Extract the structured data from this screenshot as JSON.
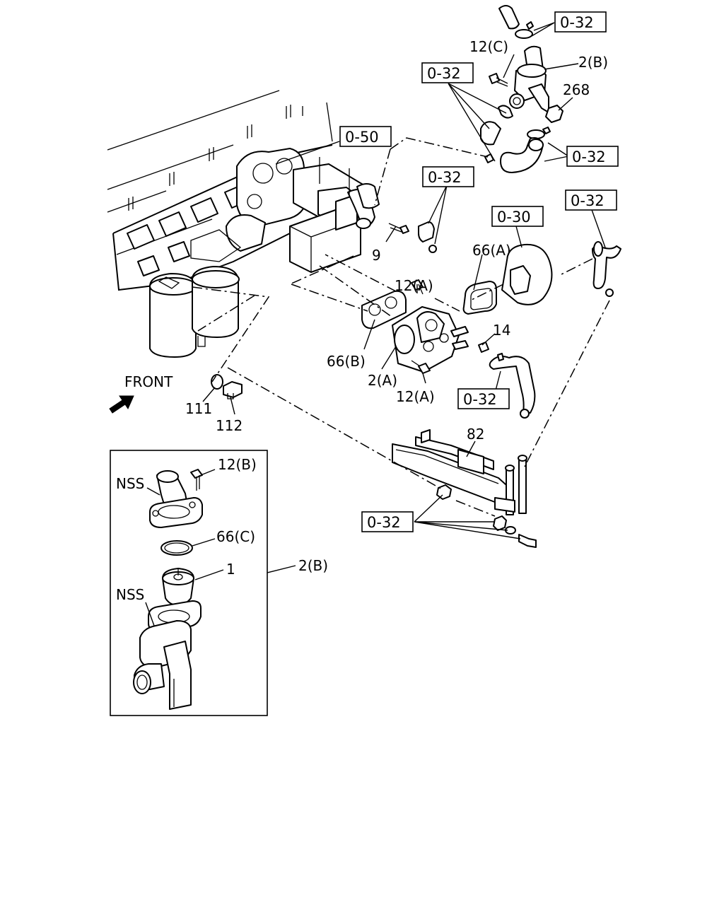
{
  "diagram": {
    "front_label": "FRONT",
    "refs": {
      "r1": "0-32",
      "r2": "0-32",
      "r3": "0-32",
      "r4": "0-50",
      "r5": "0-32",
      "r6": "0-30",
      "r7": "0-32",
      "r8": "0-32",
      "r9": "0-32"
    },
    "labels": {
      "l_12c": "12(C)",
      "l_2b_top": "2(B)",
      "l_268": "268",
      "l_9": "9",
      "l_12a_top": "12(A)",
      "l_66a": "66(A)",
      "l_14": "14",
      "l_66b": "66(B)",
      "l_2a": "2(A)",
      "l_12a_bot": "12(A)",
      "l_111": "111",
      "l_112": "112",
      "l_82": "82",
      "l_12b": "12(B)",
      "l_nss_top": "NSS",
      "l_66c": "66(C)",
      "l_1": "1",
      "l_nss_bot": "NSS",
      "l_2b_inset": "2(B)"
    }
  }
}
